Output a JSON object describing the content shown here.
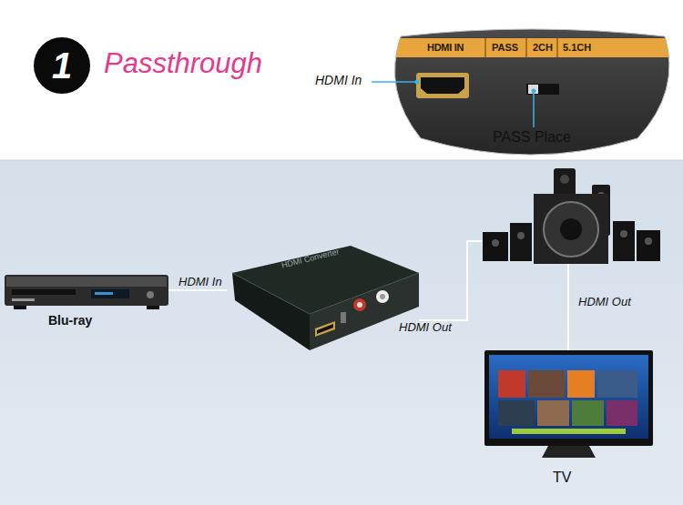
{
  "diagram": {
    "title": "Passthrough",
    "nodes": [
      {
        "text": [
          "Blu-ray"
        ]
      },
      {
        "text": [
          "HDMI Converter"
        ]
      },
      {
        "text": []
      },
      {
        "text": [
          "TV"
        ]
      }
    ],
    "edges": [
      {
        "from": 0,
        "to": 1,
        "label": "HDMI In",
        "arrow": "none"
      },
      {
        "from": 1,
        "to": 2,
        "label": "HDMI Out",
        "arrow": "none"
      },
      {
        "from": 2,
        "to": 3,
        "label": "HDMI Out",
        "arrow": "none"
      }
    ],
    "labels": [
      "1",
      "HDMI IN",
      "PASS",
      "2CH",
      "5.1CH",
      "HDMI In",
      "PASS Place"
    ]
  }
}
